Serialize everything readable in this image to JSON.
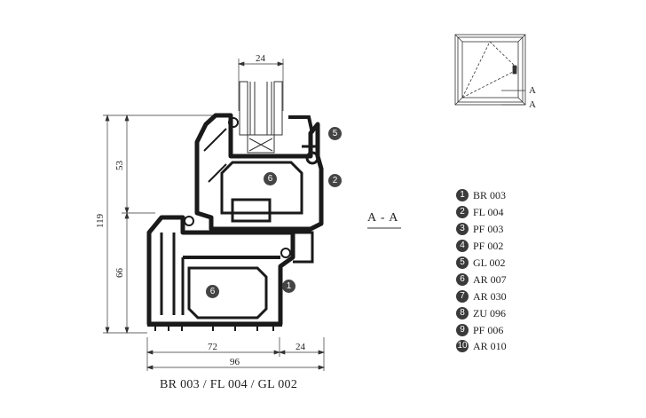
{
  "caption": "BR 003 / FL 004 / GL 002",
  "section_label": "A - A",
  "window_marks": [
    "A",
    "A"
  ],
  "dimensions": {
    "glass_width": "24",
    "upper_height": "53",
    "total_height": "119",
    "lower_height": "66",
    "frame_width": "72",
    "sash_offset": "24",
    "total_width": "96"
  },
  "callouts": [
    "5",
    "2",
    "6",
    "6",
    "1"
  ],
  "legend": [
    {
      "num": "1",
      "label": "BR 003"
    },
    {
      "num": "2",
      "label": "FL 004"
    },
    {
      "num": "3",
      "label": "PF 003"
    },
    {
      "num": "4",
      "label": "PF 002"
    },
    {
      "num": "5",
      "label": "GL 002"
    },
    {
      "num": "6",
      "label": "AR 007"
    },
    {
      "num": "7",
      "label": "AR 030"
    },
    {
      "num": "8",
      "label": "ZU 096"
    },
    {
      "num": "9",
      "label": "PF 006"
    },
    {
      "num": "10",
      "label": "AR 010"
    }
  ],
  "colors": {
    "profile": "#1a1a1a",
    "line": "#333333",
    "badge": "#3a3a3a"
  }
}
